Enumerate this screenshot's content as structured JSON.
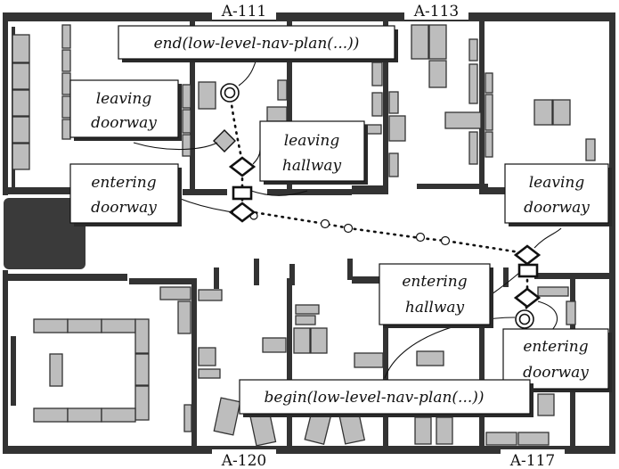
{
  "room_labels": {
    "a111": "A-111",
    "a113": "A-113",
    "a120": "A-120",
    "a117": "A-117"
  },
  "callouts": {
    "end_plan": "end(low-level-nav-plan(...))",
    "begin_plan": "begin(low-level-nav-plan(...))",
    "leaving_doorway_left": [
      "leaving",
      "doorway"
    ],
    "leaving_hallway": [
      "leaving",
      "hallway"
    ],
    "entering_doorway_left": [
      "entering",
      "doorway"
    ],
    "leaving_doorway_right": [
      "leaving",
      "doorway"
    ],
    "entering_hallway": [
      "entering",
      "hallway"
    ],
    "entering_doorway_right": [
      "entering",
      "doorway"
    ]
  },
  "colors": {
    "wall": "#333333",
    "furniture_fill": "#bdbdbd",
    "furniture_stroke": "#333333",
    "dark_area": "#3a3a3a",
    "path": "#111111",
    "callout_fill": "#ffffff",
    "callout_shadow": "#2a2a2a"
  }
}
